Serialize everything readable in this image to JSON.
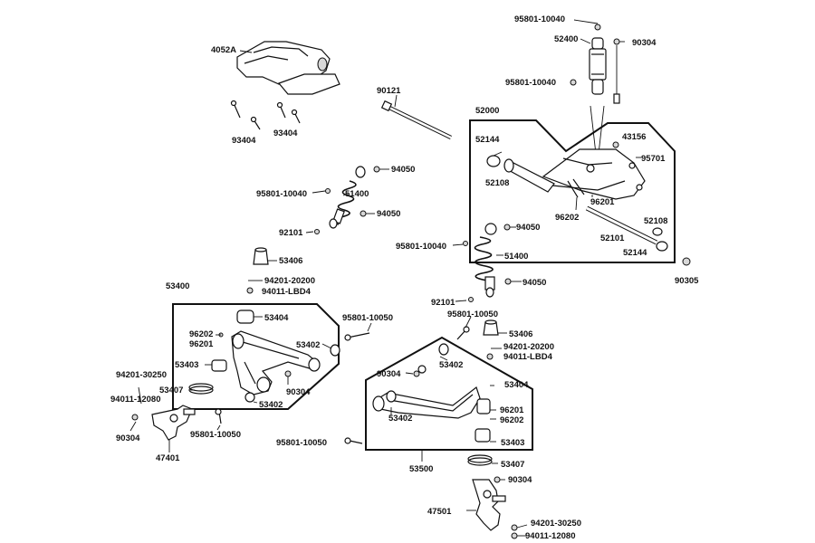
{
  "labels": {
    "l_4052A": "4052A",
    "l_93404_a": "93404",
    "l_93404_b": "93404",
    "l_90121": "90121",
    "l_95801_10040_top": "95801-10040",
    "l_52400": "52400",
    "l_90304_top": "90304",
    "l_95801_10040_shock": "95801-10040",
    "l_52000": "52000",
    "l_52144_a": "52144",
    "l_52108_a": "52108",
    "l_43156": "43156",
    "l_95701": "95701",
    "l_96201_swing": "96201",
    "l_96202_swing": "96202",
    "l_52108_b": "52108",
    "l_52101": "52101",
    "l_52144_b": "52144",
    "l_90305": "90305",
    "l_94050_a": "94050",
    "l_95801_10040_left": "95801-10040",
    "l_51400_left": "51400",
    "l_94050_b": "94050",
    "l_92101_left": "92101",
    "l_53406_left": "53406",
    "l_94050_c": "94050",
    "l_95801_10040_mid": "95801-10040",
    "l_51400_right": "51400",
    "l_94050_d": "94050",
    "l_92101_right": "92101",
    "l_53400": "53400",
    "l_94201_20200_left": "94201-20200",
    "l_94011_LBD4_left": "94011-LBD4",
    "l_53404_left": "53404",
    "l_95801_10050_left": "95801-10050",
    "l_96202_left": "96202",
    "l_96201_left": "96201",
    "l_53402_left_a": "53402",
    "l_53403_left": "53403",
    "l_90304_left_box": "90304",
    "l_53402_left_b": "53402",
    "l_94201_30250_left": "94201-30250",
    "l_53407_left": "53407",
    "l_94011_12080_left": "94011-12080",
    "l_90304_left": "90304",
    "l_95801_10050_left_b": "95801-10050",
    "l_47401": "47401",
    "l_95801_10050_right": "95801-10050",
    "l_53406_right": "53406",
    "l_94201_20200_right": "94201-20200",
    "l_94011_LBD4_right": "94011-LBD4",
    "l_90304_right_box": "90304",
    "l_53402_right_a": "53402",
    "l_53404_right": "53404",
    "l_53402_right_b": "53402",
    "l_96201_right": "96201",
    "l_96202_right": "96202",
    "l_95801_10050_right_b": "95801-10050",
    "l_53403_right": "53403",
    "l_53500": "53500",
    "l_53407_right": "53407",
    "l_90304_right": "90304",
    "l_47501": "47501",
    "l_94201_30250_right": "94201-30250",
    "l_94011_12080_right": "94011-12080"
  }
}
